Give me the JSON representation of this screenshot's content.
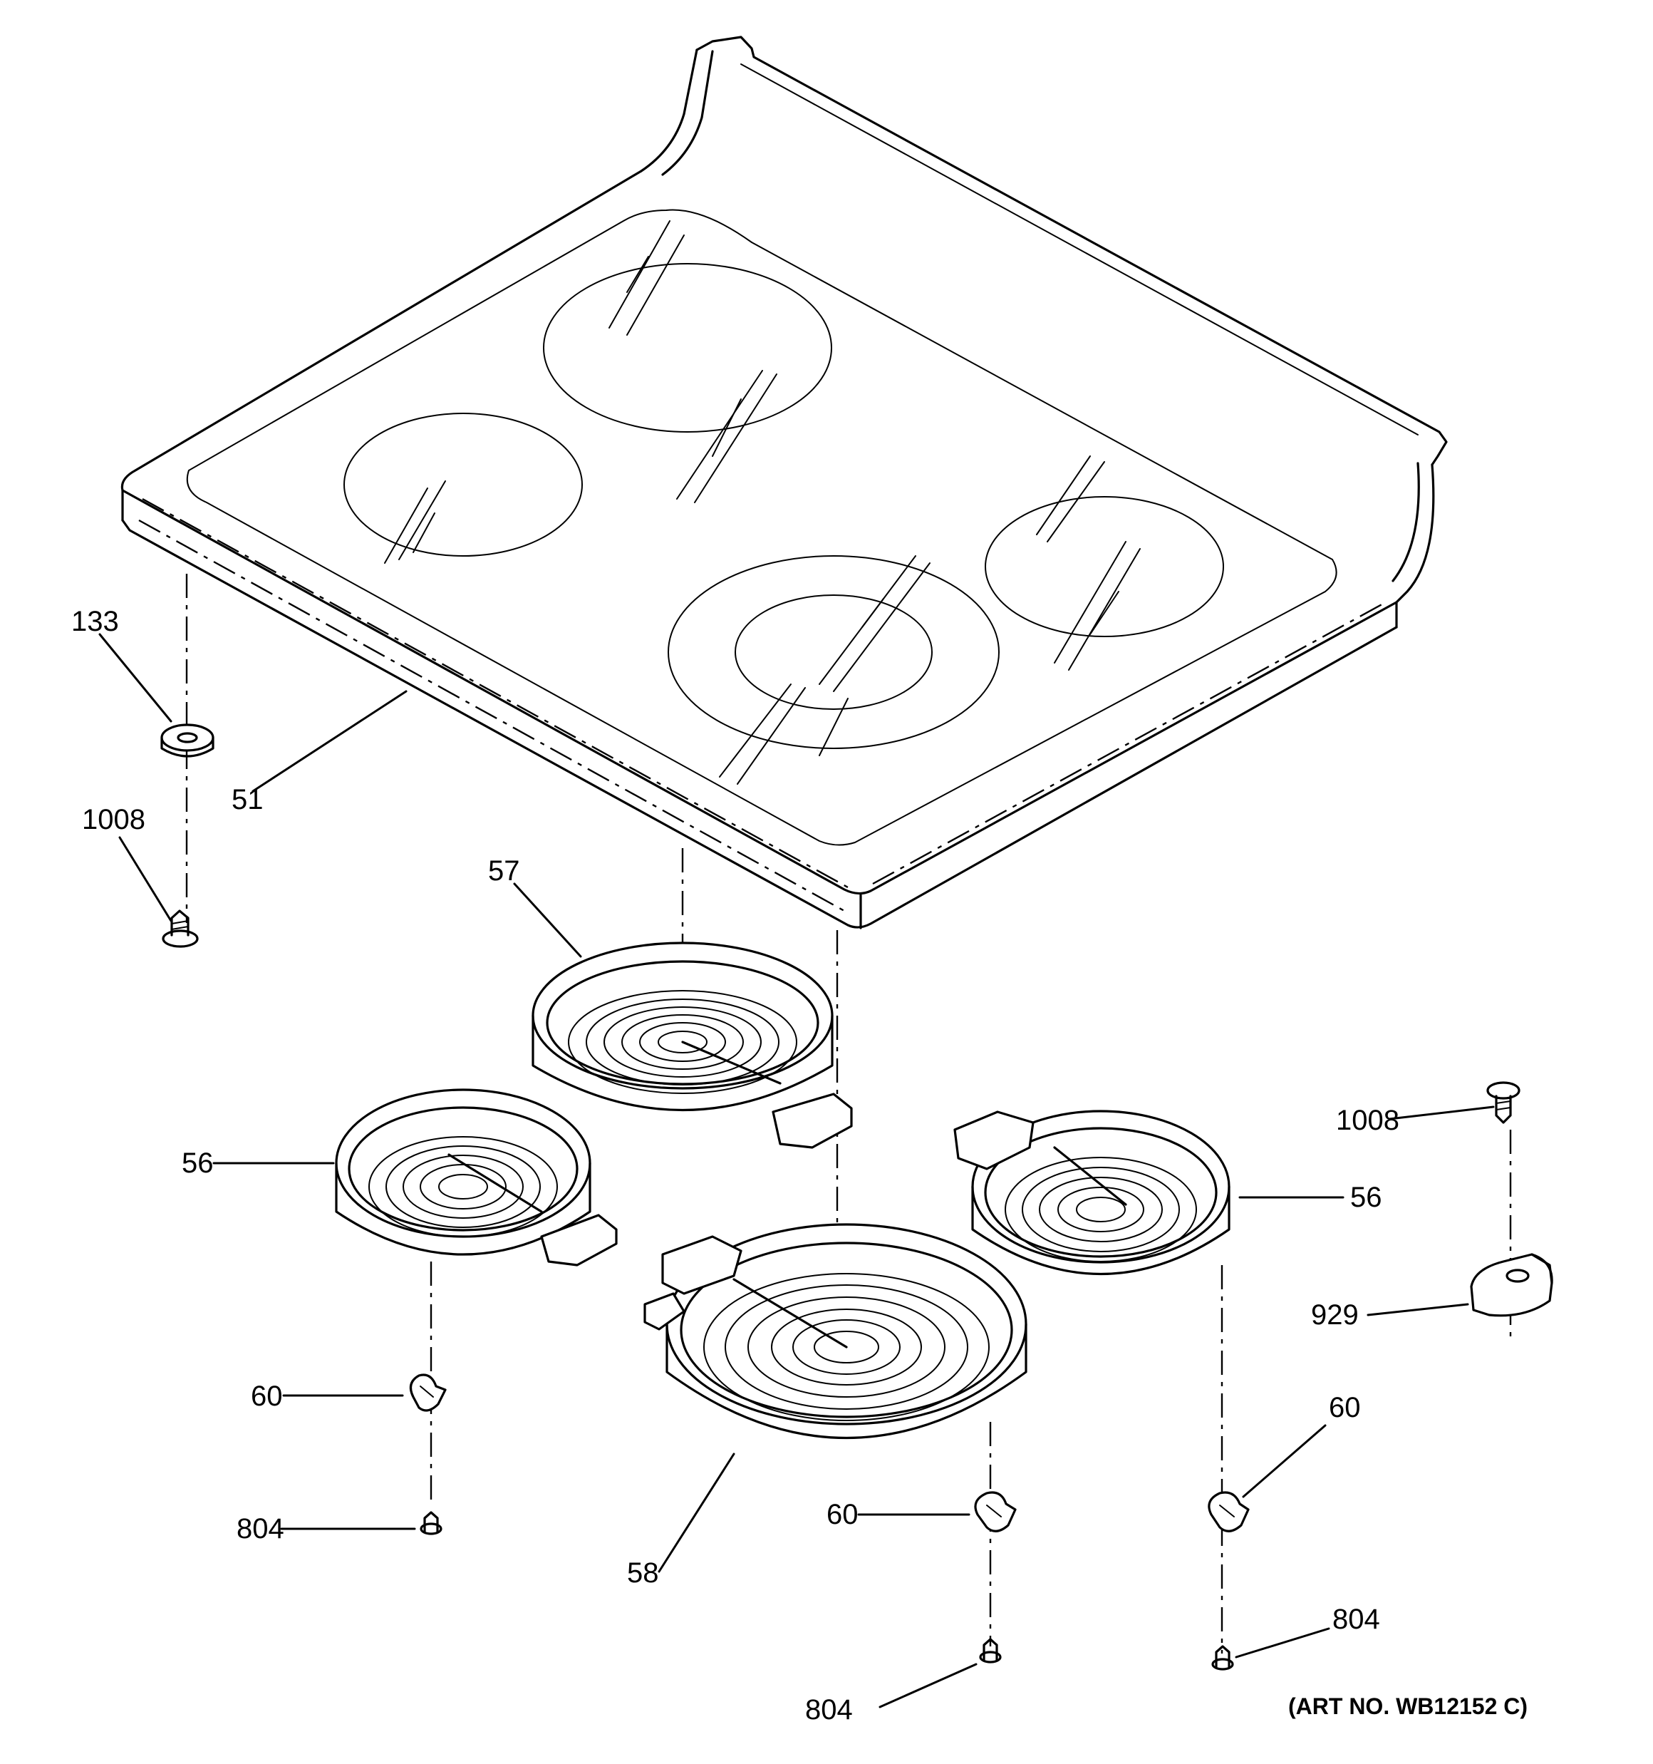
{
  "diagram": {
    "callouts": {
      "c133": "133",
      "c51": "51",
      "c1008_left": "1008",
      "c57": "57",
      "c56_left": "56",
      "c56_right": "56",
      "c1008_right": "1008",
      "c929": "929",
      "c60_left": "60",
      "c60_mid": "60",
      "c60_right": "60",
      "c58": "58",
      "c804_left": "804",
      "c804_mid": "804",
      "c804_right": "804"
    },
    "art_number": "(ART NO. WB12152 C)"
  }
}
